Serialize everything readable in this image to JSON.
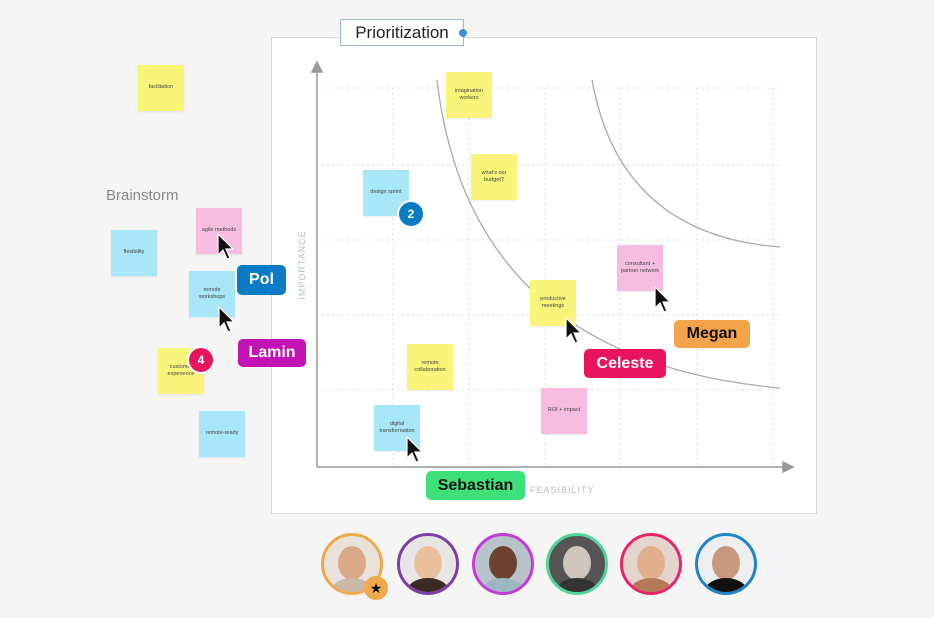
{
  "frame": {
    "title": "Prioritization"
  },
  "axes": {
    "y_label": "IMPORTANCE",
    "x_label": "FEASIBILITY"
  },
  "brainstorm": {
    "title": "Brainstorm"
  },
  "notes": [
    {
      "text": "facilitation",
      "color": "yellow"
    },
    {
      "text": "agile methods",
      "color": "pink"
    },
    {
      "text": "flexibility",
      "color": "blue"
    },
    {
      "text": "remote workshops",
      "color": "blue"
    },
    {
      "text": "customer experience",
      "color": "yellow"
    },
    {
      "text": "remote-ready",
      "color": "blue"
    },
    {
      "text": "imagination workers",
      "color": "yellow"
    },
    {
      "text": "what's our budget?",
      "color": "yellow"
    },
    {
      "text": "design sprint",
      "color": "blue"
    },
    {
      "text": "productive meetings",
      "color": "yellow"
    },
    {
      "text": "consultant + partner network",
      "color": "pink"
    },
    {
      "text": "remote collaboration",
      "color": "yellow"
    },
    {
      "text": "ROI + impact",
      "color": "pink"
    },
    {
      "text": "digital transformation",
      "color": "blue"
    }
  ],
  "badges": [
    {
      "count": "4",
      "color": "#e8145f"
    },
    {
      "count": "2",
      "color": "#0a7bc4"
    }
  ],
  "collaborators": [
    {
      "name": "Pol",
      "color": "#0a7bc4"
    },
    {
      "name": "Lamin",
      "color": "#c214b4"
    },
    {
      "name": "Celeste",
      "color": "#e8145f"
    },
    {
      "name": "Megan",
      "color": "#f5a34a"
    },
    {
      "name": "Sebastian",
      "color": "#3ee07a"
    }
  ],
  "avatars": [
    {
      "ring": "#f0a94d",
      "host": true
    },
    {
      "ring": "#7b3fa6"
    },
    {
      "ring": "#c63ad6"
    },
    {
      "ring": "#4fd69c"
    },
    {
      "ring": "#e8256c"
    },
    {
      "ring": "#1f85c9"
    }
  ]
}
